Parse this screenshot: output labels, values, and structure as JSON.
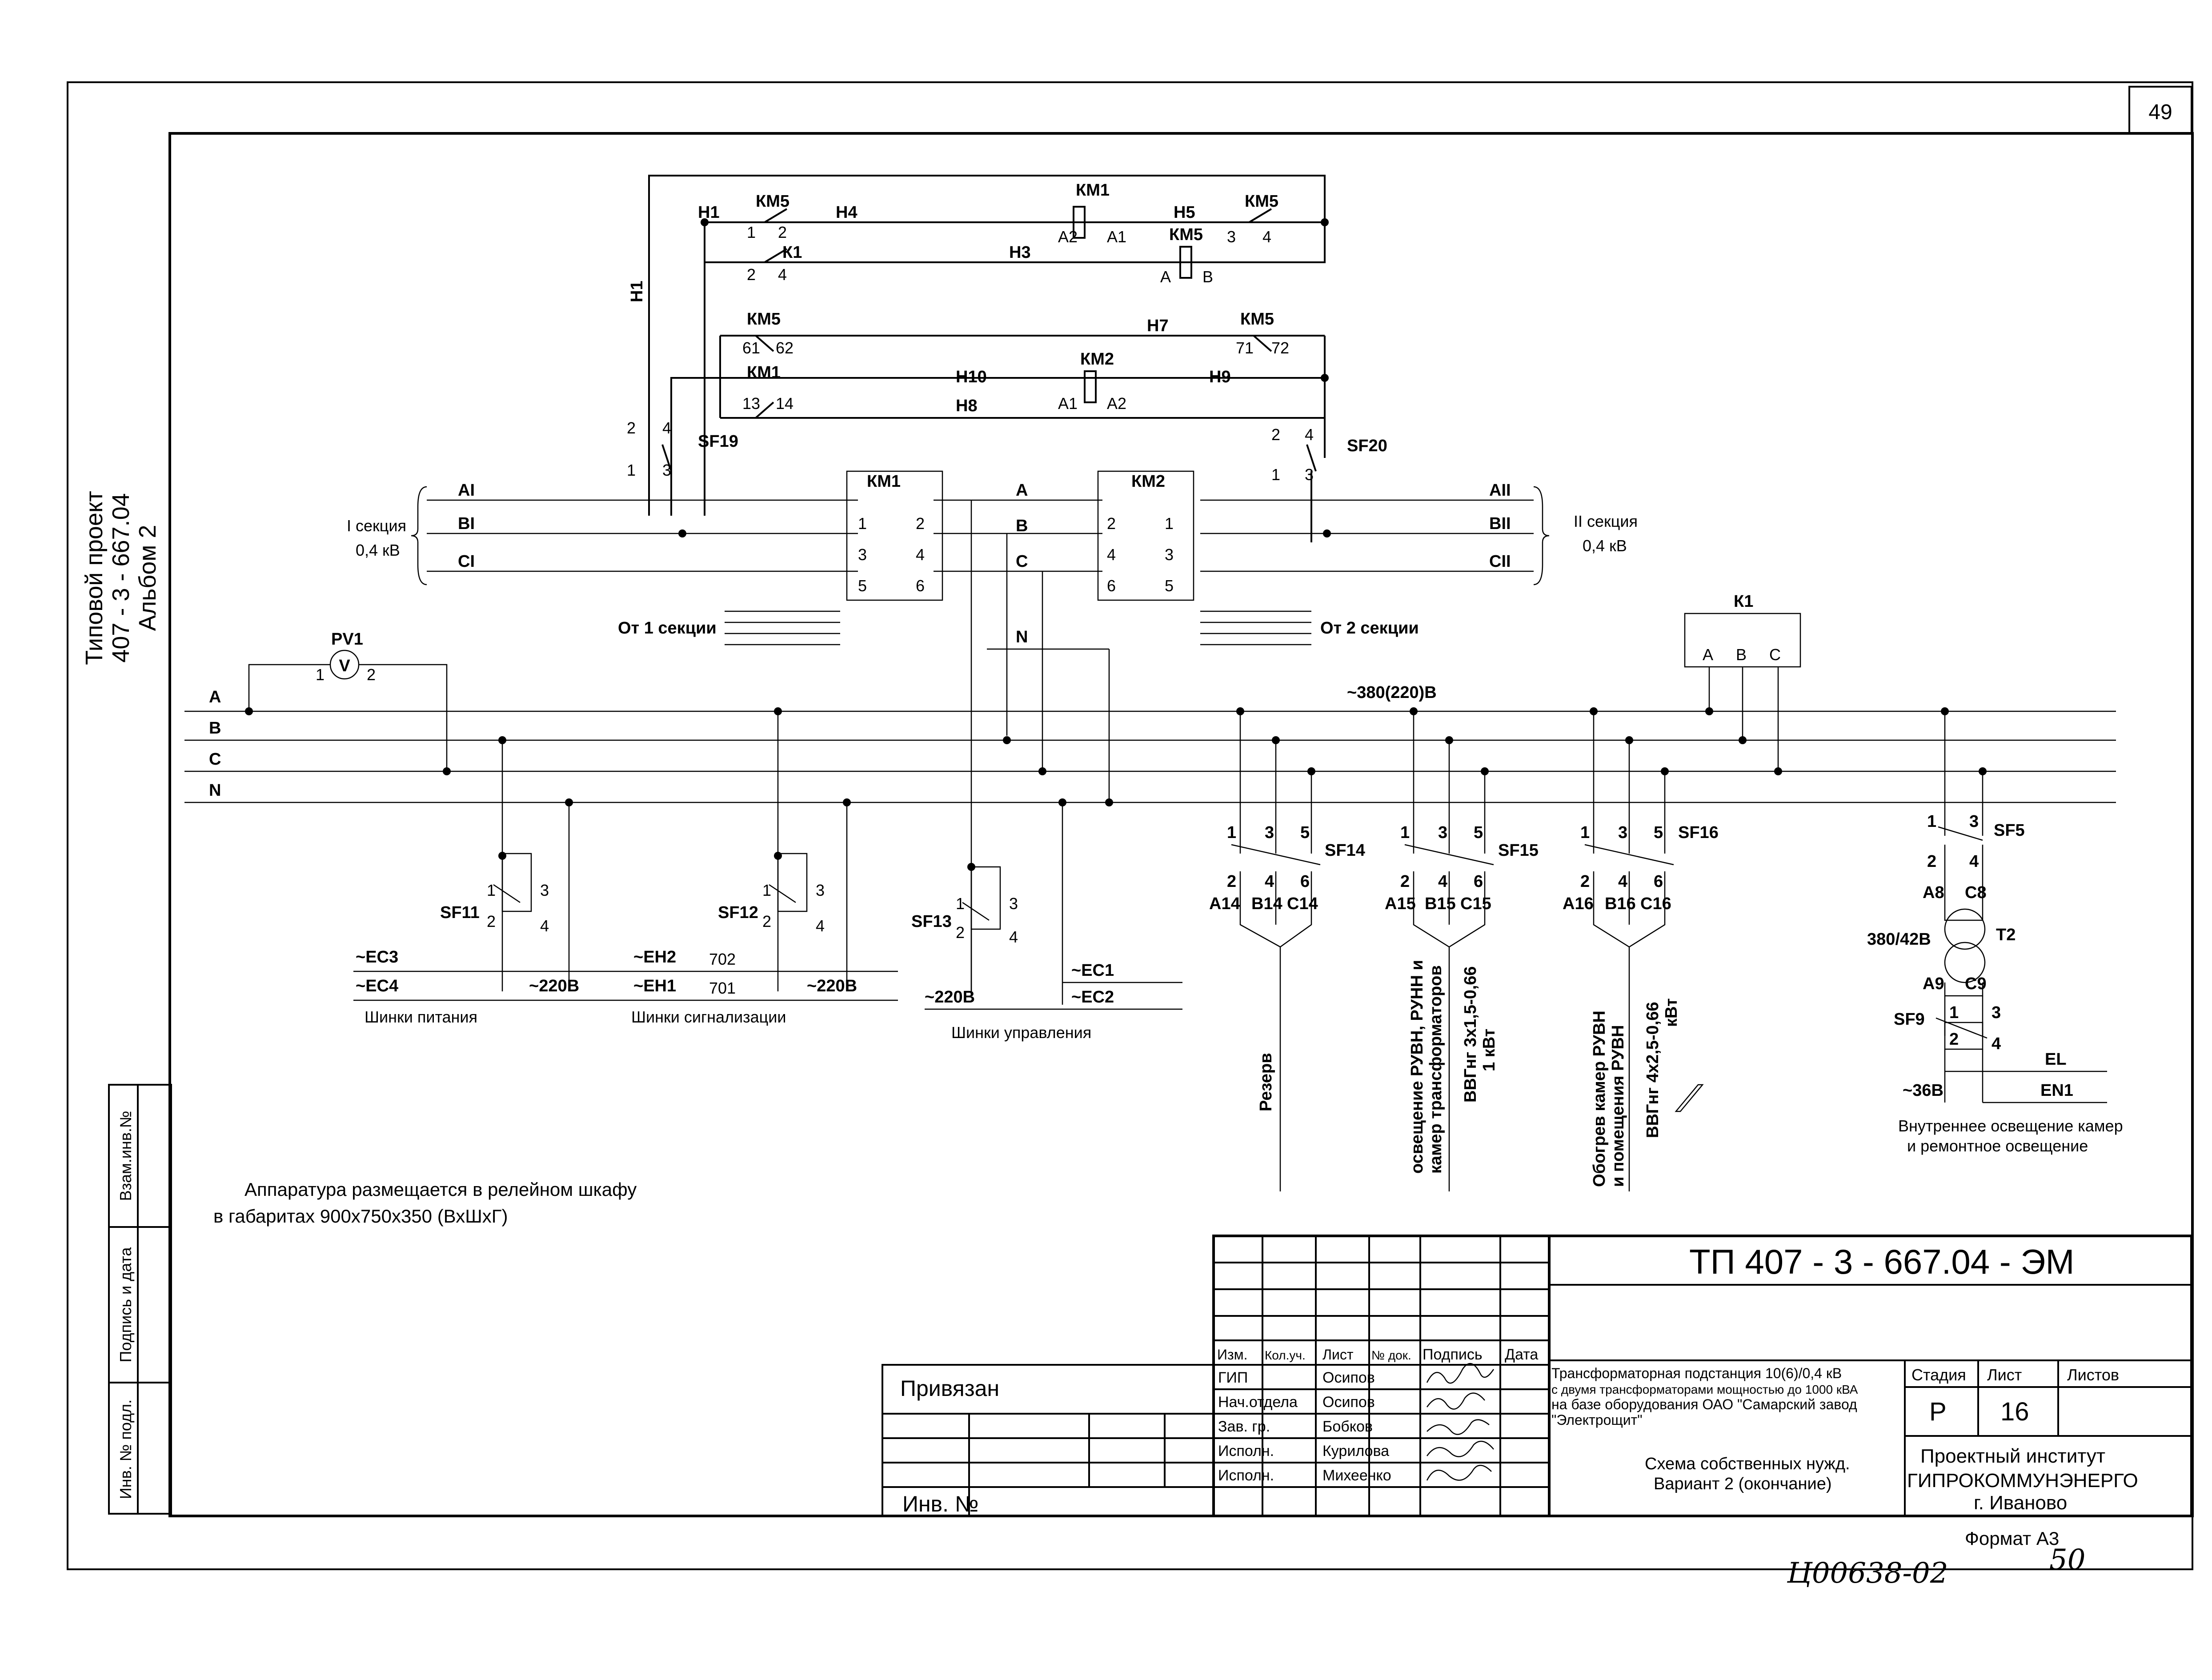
{
  "sheet": {
    "page_number": "49",
    "side_title": [
      "Типовой проект",
      "407 - 3 - 667.04",
      "Альбом 2"
    ],
    "stamp_left": [
      "Взам.инв.№",
      "Подпись и дата",
      "Инв. № подл."
    ],
    "note_line1": "Аппаратура размещается в релейном шкафу",
    "note_line2": "в габаритах 900x750x350 (ВхШхГ)",
    "format": "Формат А3",
    "handwritten": "Ц00638-02",
    "handwritten_page": "50"
  },
  "control_circuit": {
    "labels": [
      "Н1",
      "КМ5",
      "1",
      "2",
      "Н4",
      "КМ1",
      "А2",
      "А1",
      "Н5",
      "КМ5",
      "3",
      "4",
      "КМ5",
      "К1",
      "2",
      "4",
      "Н3",
      "А",
      "В",
      "Н1",
      "КМ5",
      "61",
      "62",
      "Н7",
      "КМ5",
      "71",
      "72",
      "КМ1",
      "13",
      "14",
      "Н10",
      "КМ2",
      "Н9",
      "Н8",
      "А1",
      "А2",
      "2",
      "4",
      "SF19",
      "1",
      "3",
      "2",
      "4",
      "SF20",
      "1",
      "3"
    ]
  },
  "busbars": {
    "section1": {
      "name": "I секция",
      "voltage": "0,4 кВ",
      "phases": [
        "АI",
        "ВI",
        "СI"
      ],
      "feed": "От 1 секции"
    },
    "section2": {
      "name": "II секция",
      "voltage": "0,4 кВ",
      "phases": [
        "АII",
        "ВII",
        "СII"
      ],
      "feed": "От 2 секции"
    },
    "km1": {
      "name": "КМ1",
      "pins": [
        "1",
        "2",
        "3",
        "4",
        "5",
        "6"
      ]
    },
    "km2": {
      "name": "КМ2",
      "pins": [
        "2",
        "1",
        "4",
        "3",
        "6",
        "5"
      ]
    },
    "mid_labels": [
      "А",
      "В",
      "С",
      "N"
    ]
  },
  "main_bus": {
    "phases": [
      "А",
      "В",
      "С",
      "N"
    ],
    "voltage": "~380(220)В",
    "pv1": {
      "name": "PV1",
      "symbol": "V",
      "pin1": "1",
      "pin2": "2"
    },
    "k1": {
      "name": "К1",
      "pins": [
        "А",
        "В",
        "С"
      ]
    }
  },
  "feeders": {
    "sf11": {
      "name": "SF11",
      "pins": [
        "1",
        "2",
        "3",
        "4"
      ],
      "rails": [
        "~ЕС3",
        "~ЕС4"
      ],
      "voltage": "~220В",
      "caption": "Шинки питания"
    },
    "sf12": {
      "name": "SF12",
      "pins": [
        "1",
        "2",
        "3",
        "4"
      ],
      "rails": [
        "~ЕН2",
        "~ЕН1"
      ],
      "wires": [
        "702",
        "701"
      ],
      "voltage": "~220В",
      "caption": "Шинки сигнализации"
    },
    "sf13": {
      "name": "SF13",
      "pins": [
        "1",
        "2",
        "3",
        "4"
      ],
      "rails": [
        "~ЕС1",
        "~ЕС2"
      ],
      "voltage": "~220В",
      "caption": "Шинки управления"
    },
    "sf14": {
      "name": "SF14",
      "pins": [
        "1",
        "3",
        "5",
        "2",
        "4",
        "6"
      ],
      "outs": [
        "А14",
        "В14",
        "С14"
      ],
      "purpose": "Резерв"
    },
    "sf15": {
      "name": "SF15",
      "pins": [
        "1",
        "3",
        "5",
        "2",
        "4",
        "6"
      ],
      "outs": [
        "А15",
        "В15",
        "С15"
      ],
      "purpose": [
        "освещение РУВН, РУНН и",
        "камер трансформаторов"
      ],
      "cable": [
        "ВВГнг 3x1,5-0,66",
        "1 кВт"
      ]
    },
    "sf16": {
      "name": "SF16",
      "pins": [
        "1",
        "3",
        "5",
        "2",
        "4",
        "6"
      ],
      "outs": [
        "А16",
        "В16",
        "С16"
      ],
      "purpose": [
        "Обогрев камер РУВН",
        "и помещения РУВН"
      ],
      "cable": [
        "ВВГнг 4x2,5-0,66",
        "кВт"
      ]
    },
    "sf5": {
      "name": "SF5",
      "pins": [
        "1",
        "3",
        "2",
        "4"
      ],
      "wires": [
        "А8",
        "С8",
        "А9",
        "С9"
      ]
    },
    "t2": {
      "name": "Т2",
      "ratio": "380/42В"
    },
    "sf9": {
      "name": "SF9",
      "pins": [
        "1",
        "3",
        "2",
        "4"
      ]
    },
    "lighting": {
      "lines": [
        "EL",
        "EN1"
      ],
      "voltage": "~36В",
      "caption1": "Внутреннее освещение камер",
      "caption2": "и ремонтное освещение"
    }
  },
  "title_block": {
    "code": "ТП 407 - 3 - 667.04 - ЭМ",
    "headers": [
      "Изм.",
      "Кол.уч.",
      "Лист",
      "№ док.",
      "Подпись",
      "Дата"
    ],
    "roles": [
      "ГИП",
      "Нач.отдела",
      "Зав. гр.",
      "Исполн.",
      "Исполн."
    ],
    "names": [
      "Осипов",
      "Осипов",
      "Бобков",
      "Курилова",
      "Михеенко"
    ],
    "bound": "Привязан",
    "inv": "Инв. №",
    "project_title": [
      "Трансформаторная подстанция 10(6)/0,4 кВ",
      "с двумя трансформаторами мощностью до 1000 кВА",
      "на базе оборудования ОАО \"Самарский завод",
      "\"Электрощит\""
    ],
    "drawing_title": [
      "Схема собственных нужд.",
      "Вариант 2 (окончание)"
    ],
    "stage_header": "Стадия",
    "sheet_header": "Лист",
    "sheets_header": "Листов",
    "stage": "Р",
    "sheet": "16",
    "org": [
      "Проектный институт",
      "ГИПРОКОММУНЭНЕРГО",
      "г. Иваново"
    ]
  }
}
